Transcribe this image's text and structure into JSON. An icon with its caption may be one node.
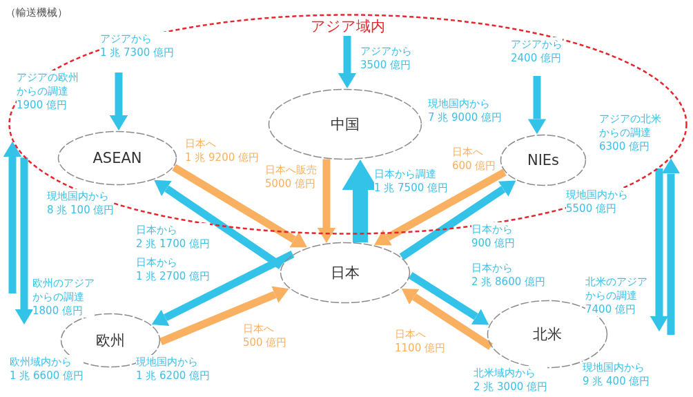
{
  "diagram": {
    "nodes": [
      {
        "text": [
          "アジア域内"
        ]
      },
      {
        "text": [
          "ASEAN"
        ],
        "in": 0,
        "beside": [
          "現地国内から 8 兆 100 億円"
        ]
      },
      {
        "text": [
          "中国"
        ],
        "in": 0,
        "beside": [
          "現地国内から 7 兆 9000 億円"
        ]
      },
      {
        "text": [
          "NIEs"
        ],
        "in": 0,
        "beside": [
          "現地国内から 5500 億円"
        ]
      },
      {
        "text": [
          "日本"
        ]
      },
      {
        "text": [
          "欧州"
        ],
        "beside": [
          "欧州域内から 1 兆 6600 億円",
          "現地国内から 1 兆 6200 億円"
        ]
      },
      {
        "text": [
          "北米"
        ],
        "beside": [
          "北米域内から 2 兆 3000 億円",
          "現地国内から 9 兆 400 億円"
        ]
      }
    ],
    "edges": [
      {
        "from": null,
        "to": 1,
        "arrow": "to",
        "label": "アジアから 1 兆 7300 億円"
      },
      {
        "from": null,
        "to": 2,
        "arrow": "to",
        "label": "アジアから 3500 億円"
      },
      {
        "from": null,
        "to": 3,
        "arrow": "to",
        "label": "アジアから 2400 億円"
      },
      {
        "from": 1,
        "to": 4,
        "arrow": "to",
        "label": "日本へ 1 兆 9200 億円",
        "color": "#f9b060"
      },
      {
        "from": 4,
        "to": 1,
        "arrow": "to",
        "label": "日本から 2 兆 1700 億円"
      },
      {
        "from": 2,
        "to": 4,
        "arrow": "to",
        "label": "日本へ販売 5000 億円",
        "color": "#f9b060"
      },
      {
        "from": 4,
        "to": 2,
        "arrow": "to",
        "label": "日本から調達 1 兆 7500 億円",
        "style": "thick"
      },
      {
        "from": 3,
        "to": 4,
        "arrow": "to",
        "label": "日本へ 600 億円",
        "color": "#f9b060"
      },
      {
        "from": 4,
        "to": 3,
        "arrow": "to",
        "label": "日本から 900 億円"
      },
      {
        "from": 4,
        "to": 5,
        "arrow": "to",
        "label": "日本から 1 兆 2700 億円"
      },
      {
        "from": 5,
        "to": 4,
        "arrow": "to",
        "label": "日本へ 500 億円",
        "color": "#f9b060"
      },
      {
        "from": 4,
        "to": 6,
        "arrow": "to",
        "label": "日本から 2 兆 8600 億円"
      },
      {
        "from": 6,
        "to": 4,
        "arrow": "to",
        "label": "日本へ 1100 億円",
        "color": "#f9b060"
      },
      {
        "from": null,
        "to": 0,
        "arrow": "to",
        "label": "アジアの欧州からの調達 1900 億円"
      },
      {
        "from": 0,
        "to": null,
        "arrow": "to",
        "label": "欧州のアジアからの調達 1800 億円"
      },
      {
        "from": null,
        "to": 0,
        "arrow": "to",
        "label": "アジアの北米からの調達 6300 億円"
      },
      {
        "from": 0,
        "to": null,
        "arrow": "to",
        "label": "北米のアジアからの調達 7400 億円"
      }
    ],
    "labels": [
      "（輸送機械）"
    ]
  }
}
